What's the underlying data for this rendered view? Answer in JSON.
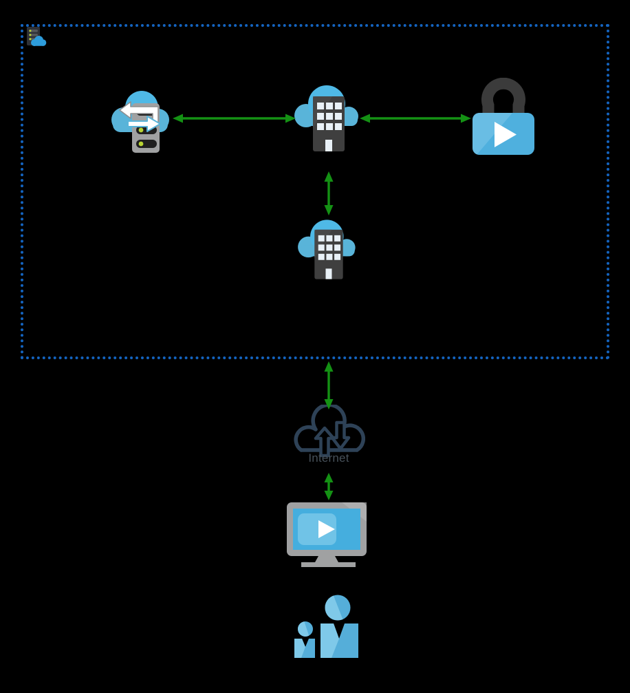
{
  "labels": {
    "internet": "Internet"
  },
  "colors": {
    "border_blue": "#1464C0",
    "arrow_green": "#149114",
    "azure_blue": "#59B4D9",
    "azure_blue_bright": "#4FB9E6",
    "light_blue": "#7FC9E9",
    "grey": "#A0A1A2",
    "dark_grey": "#3F3F3F",
    "led_green": "#B8D432",
    "internet_outline": "#2E4257",
    "internet_label_grey": "#47515A",
    "stamp_cloud_blue": "#2D9CDB"
  },
  "nodes": [
    {
      "id": "cloud-boundary",
      "icon": "dotted-cloud-boundary-box",
      "label": ""
    },
    {
      "id": "server-cloud-stamp",
      "icon": "server-with-cloud-stamp-icon",
      "label": ""
    },
    {
      "id": "cloud-sync-server",
      "icon": "cloud-server-sync-arrows-icon",
      "label": ""
    },
    {
      "id": "cloud-building",
      "icon": "cloud-enterprise-building-icon",
      "label": ""
    },
    {
      "id": "media-lock",
      "icon": "padlock-play-icon",
      "label": ""
    },
    {
      "id": "cloud-building-secondary",
      "icon": "cloud-enterprise-building-icon",
      "label": ""
    },
    {
      "id": "internet",
      "icon": "internet-cloud-updown-arrows-icon",
      "label": "Internet"
    },
    {
      "id": "media-monitor",
      "icon": "monitor-play-icon",
      "label": ""
    },
    {
      "id": "users",
      "icon": "two-users-icon",
      "label": ""
    }
  ],
  "edges": [
    {
      "from": "cloud-sync-server",
      "to": "cloud-building",
      "direction": "both"
    },
    {
      "from": "cloud-building",
      "to": "media-lock",
      "direction": "both"
    },
    {
      "from": "cloud-building",
      "to": "cloud-building-secondary",
      "direction": "both"
    },
    {
      "from": "cloud-boundary",
      "to": "internet",
      "direction": "both"
    },
    {
      "from": "internet",
      "to": "media-monitor",
      "direction": "both"
    }
  ]
}
